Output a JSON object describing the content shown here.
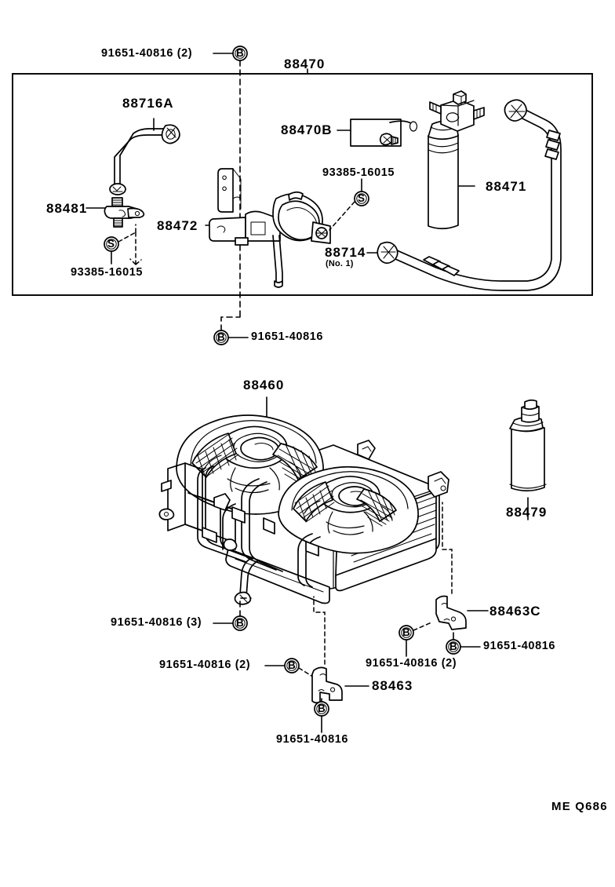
{
  "sheet": {
    "footer_code": "ME Q686",
    "ink": "#000000",
    "paper": "#ffffff"
  },
  "upper_group": {
    "group_label": "88470",
    "callout_top": "91651-40816 (2)",
    "callout_bottom": "91651-40816",
    "labels": {
      "tube": "88716A",
      "switch": "88481",
      "clamp_screw_left": "93385-16015",
      "bracket": "88472",
      "clamp_screw_right": "93385-16015",
      "kit": "88470B",
      "receiver_drier": "88471",
      "hose": "88714",
      "hose_sub": "(No. 1)"
    }
  },
  "lower_group": {
    "labels": {
      "cooling_unit": "88460",
      "drier_cartridge": "88479",
      "bracket_right": "88463C",
      "bracket_center": "88463"
    },
    "callouts": {
      "left_three": "91651-40816 (3)",
      "left_two": "91651-40816 (2)",
      "center_bottom": "91651-40816",
      "right_two": "91651-40816 (2)",
      "right_single": "91651-40816"
    }
  },
  "markers": {
    "bolt_letter": "B",
    "screw_letter": "S"
  }
}
